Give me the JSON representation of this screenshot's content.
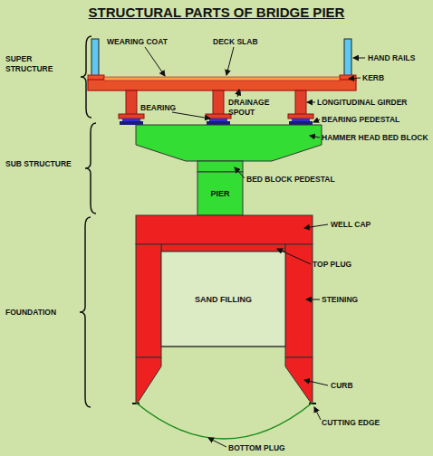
{
  "diagram": {
    "title": "STRUCTURAL PARTS OF BRIDGE PIER",
    "nodes": [
      {
        "text": [
          "PIER"
        ]
      },
      {
        "text": [
          "SAND FILLING"
        ]
      }
    ],
    "labels": [
      "SUPER STRUCTURE",
      "WEARING COAT",
      "DECK SLAB",
      "HAND RAILS",
      "KERB",
      "BEARING",
      "DRAINAGE SPOUT",
      "LONGITUDINAL GIRDER",
      "SUB STRUCTURE",
      "BEARING PEDESTAL",
      "HAMMER HEAD BED BLOCK",
      "BED BLOCK PEDESTAL",
      "WELL CAP",
      "TOP PLUG",
      "FOUNDATION",
      "STEINING",
      "CURB",
      "CUTTING EDGE",
      "BOTTOM PLUG"
    ]
  }
}
